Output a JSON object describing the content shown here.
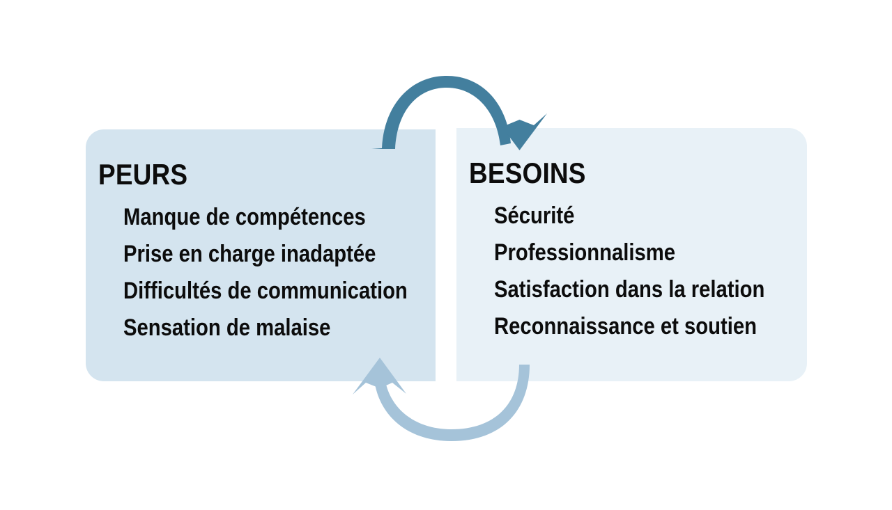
{
  "diagram": {
    "title_semantic": "cycle-peurs-besoins",
    "background_color": "#ffffff",
    "panels": [
      {
        "id": "fears",
        "title": "PEURS",
        "fill_color": "#d4e4ef",
        "items": [
          "Manque de compétences",
          "Prise en charge inadaptée",
          "Difficultés de communication",
          "Sensation de malaise"
        ]
      },
      {
        "id": "needs",
        "title": "BESOINS",
        "fill_color": "#e8f1f7",
        "items": [
          "Sécurité",
          "Professionnalisme",
          "Satisfaction dans la relation",
          "Reconnaissance et soutien"
        ]
      }
    ],
    "arrows": [
      {
        "id": "top-arrow",
        "name": "arrow-fears-to-needs",
        "direction": "left-to-right",
        "color": "#437f9e",
        "points_to": "BESOINS"
      },
      {
        "id": "bottom-arrow",
        "name": "arrow-needs-to-fears",
        "direction": "right-to-left",
        "color": "#a5c3d9",
        "points_to": "PEURS"
      }
    ]
  }
}
